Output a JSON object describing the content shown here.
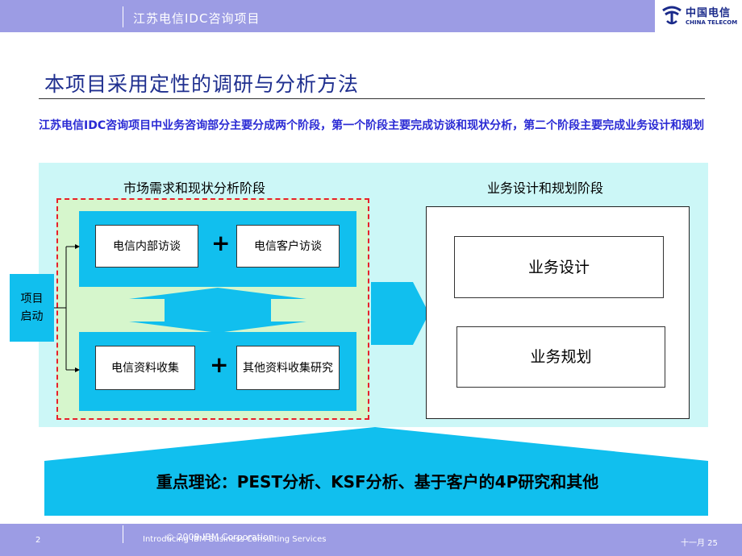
{
  "header": {
    "title": "江苏电信IDC咨询项目",
    "logo_cn": "中国电信",
    "logo_en": "CHINA TELECOM"
  },
  "page_title": "本项目采用定性的调研与分析方法",
  "intro": "江苏电信IDC咨询项目中业务咨询部分主要分成两个阶段，第一个阶段主要完成访谈和现状分析，第二个阶段主要完成业务设计和规划",
  "diagram": {
    "start_label": "项目启动",
    "phase1": {
      "label": "市场需求和现状分析阶段",
      "row1": {
        "left": "电信内部访谈",
        "plus": "+",
        "right": "电信客户访谈"
      },
      "row2": {
        "left": "电信资料收集",
        "plus": "+",
        "right": "其他资料收集研究"
      }
    },
    "phase2": {
      "label": "业务设计和规划阶段",
      "box1": "业务设计",
      "box2": "业务规划"
    },
    "theory": "重点理论：PEST分析、KSF分析、基于客户的4P研究和其他"
  },
  "footer": {
    "page_number": "2",
    "company": "Introducing IBM Business Consulting Services",
    "copyright": "© 2009 IBM Corporation",
    "date": "十一月 25"
  },
  "colors": {
    "header_bar": "#9c9ce4",
    "title": "#1f2f8f",
    "intro_text": "#2a2ad4",
    "cyan_block": "#11bfee",
    "panel_bg": "#ccf7f7",
    "green_area": "#d6f6cc",
    "dashed_border": "#e8202a"
  }
}
